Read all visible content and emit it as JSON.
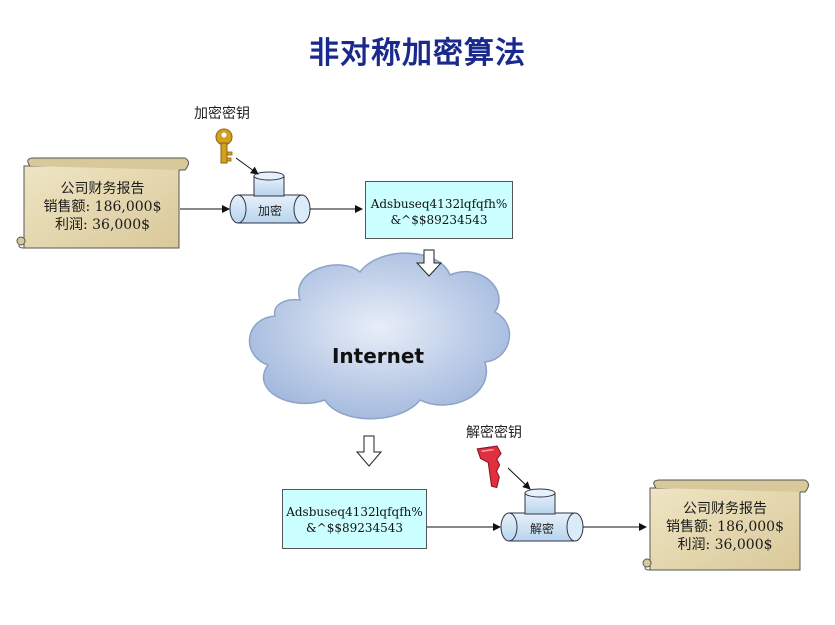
{
  "title": "非对称加密算法",
  "plaintext": {
    "line1": "公司财务报告",
    "line2": "销售额: 186,000$",
    "line3": "利润: 36,000$"
  },
  "encrypt": {
    "key_label": "加密密钥",
    "process_label": "加密"
  },
  "decrypt": {
    "key_label": "解密密钥",
    "process_label": "解密"
  },
  "ciphertext": {
    "line1": "Adsbuseq4132lqfqfh%",
    "line2": "&^$$89234543"
  },
  "network": "Internet",
  "colors": {
    "title": "#1a2a8c",
    "scroll": "#e8dcb5",
    "cipher_box": "#ccffff",
    "cloud": "#b4c8e8",
    "pipe": "#cfe3f5",
    "public_key": "#d4a020",
    "private_key": "#e03040"
  }
}
